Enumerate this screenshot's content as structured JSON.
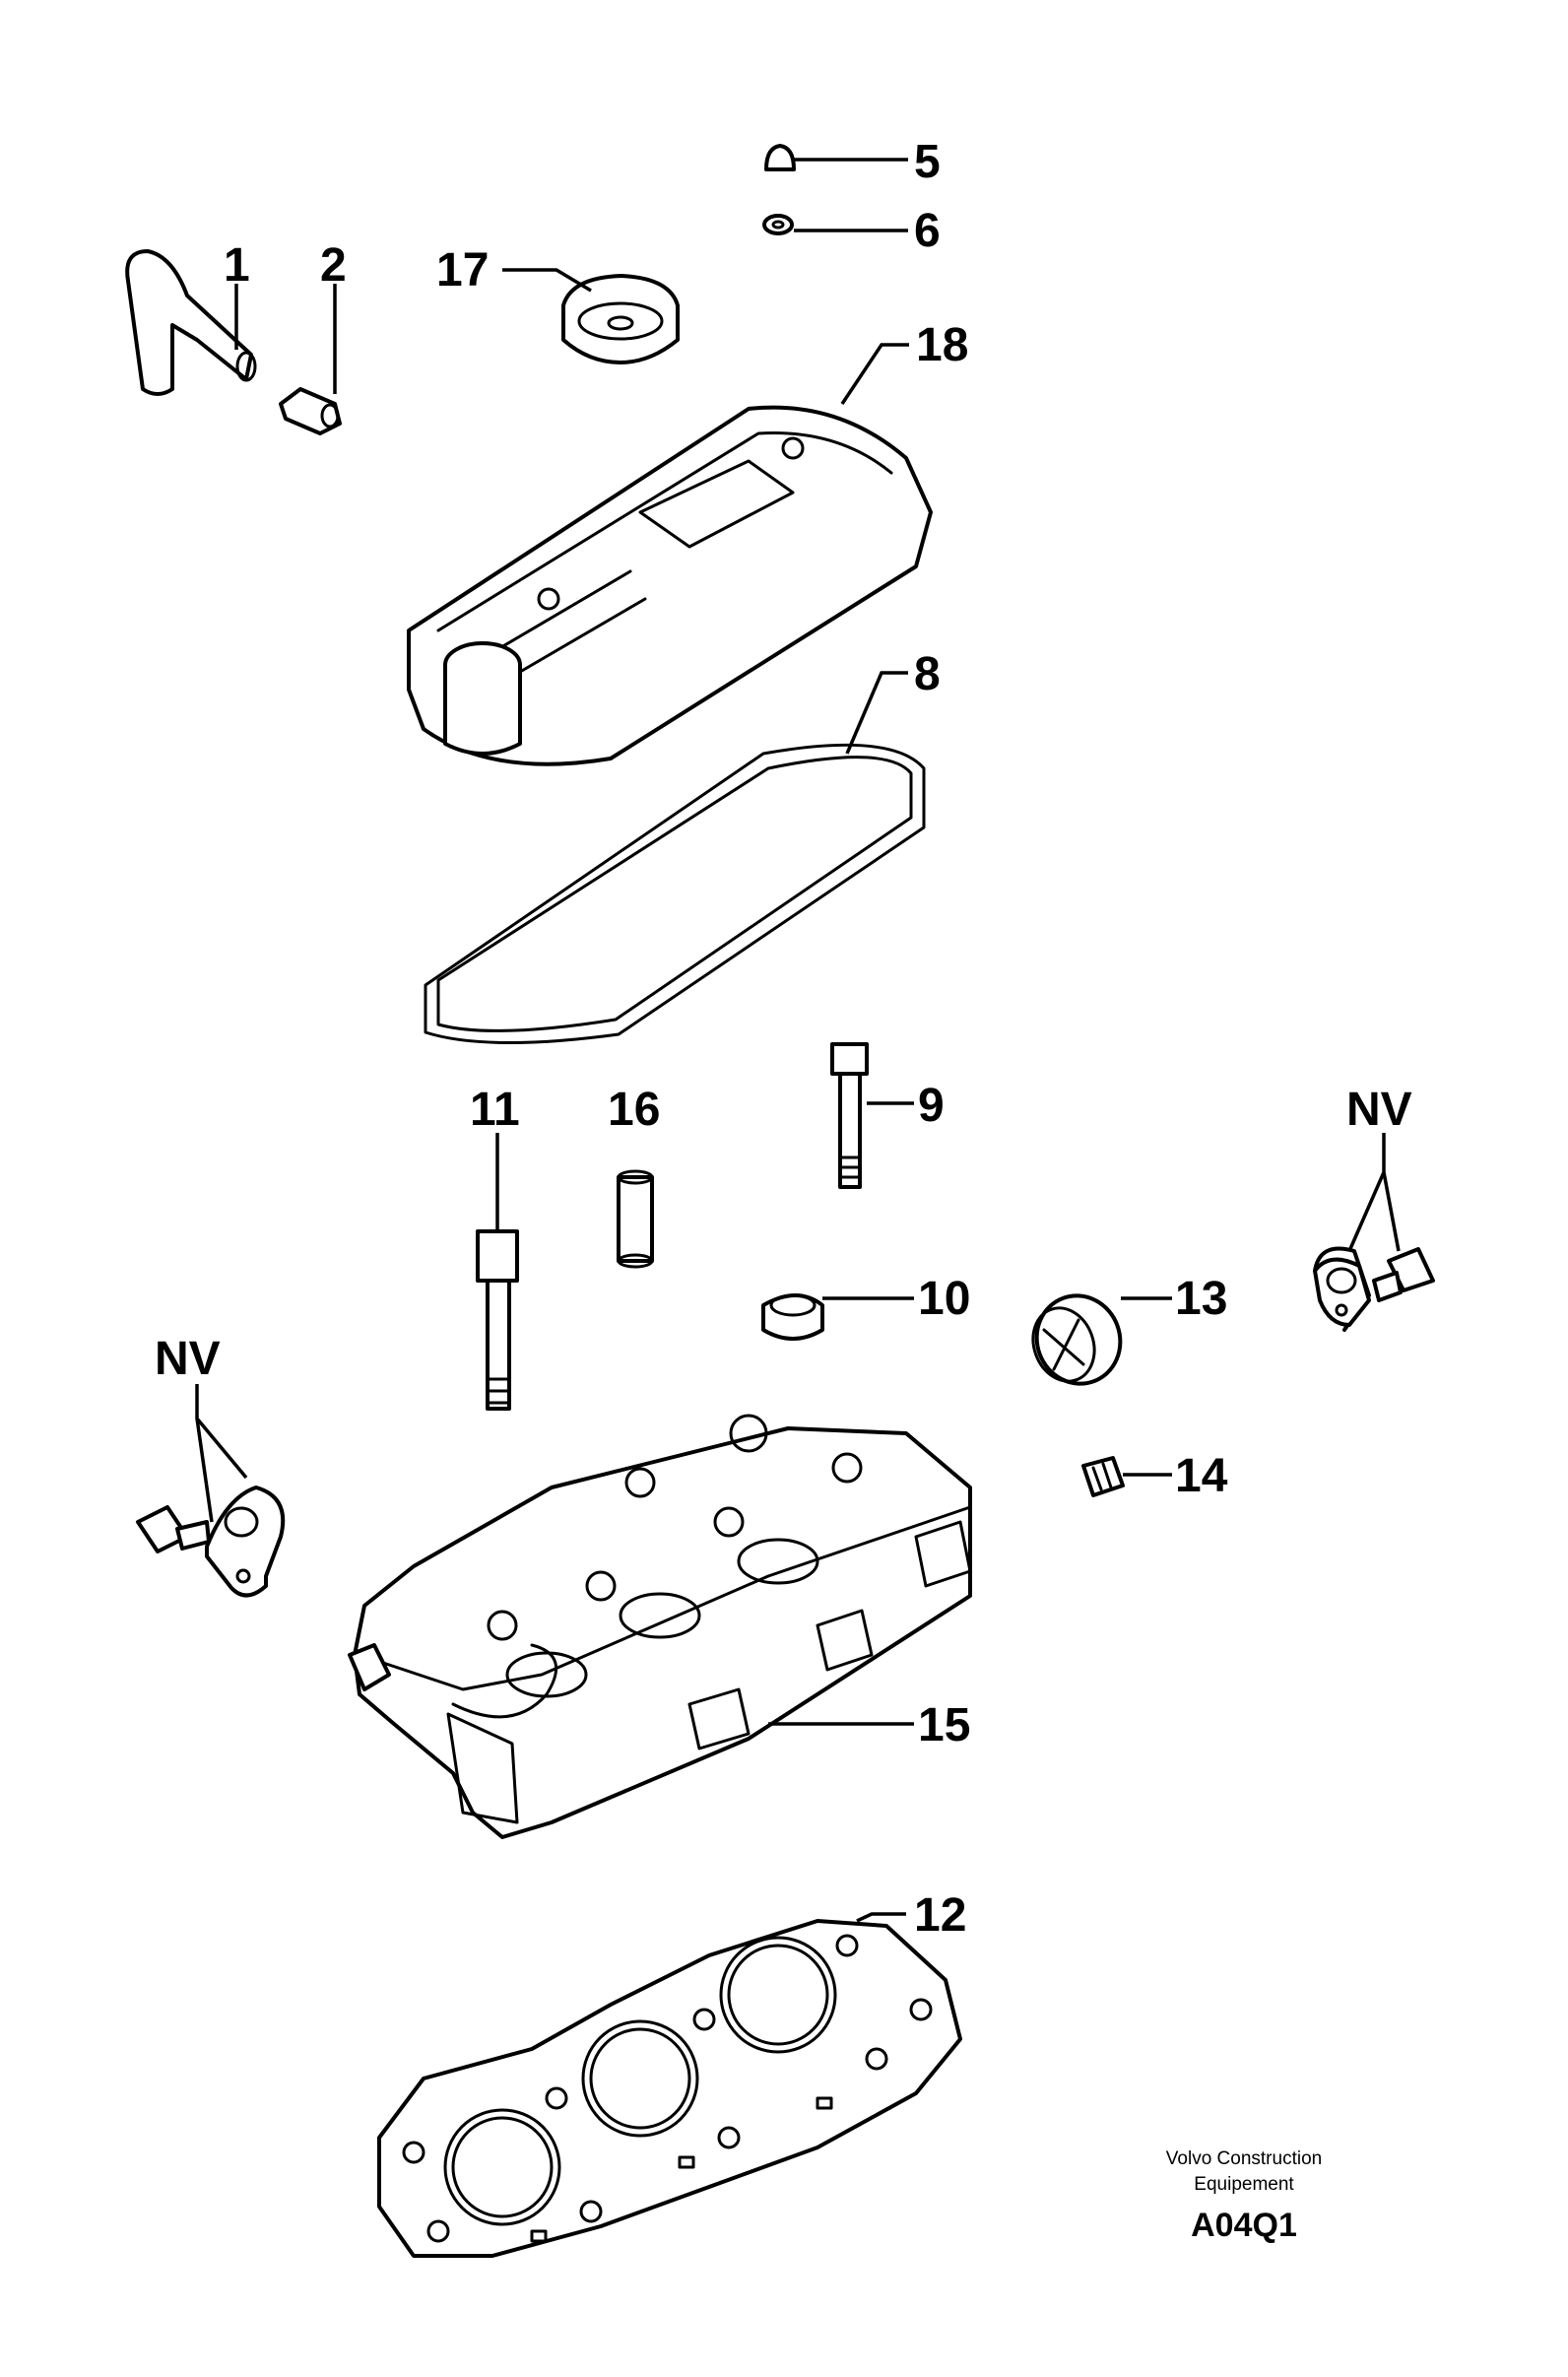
{
  "callouts": {
    "c1": "1",
    "c2": "2",
    "c5": "5",
    "c6": "6",
    "c8": "8",
    "c9": "9",
    "c10": "10",
    "c11": "11",
    "c12": "12",
    "c13": "13",
    "c14": "14",
    "c15": "15",
    "c16": "16",
    "c17": "17",
    "c18": "18",
    "nv_right": "NV",
    "nv_left": "NV"
  },
  "credit": {
    "line1": "Volvo Construction",
    "line2": "Equipement"
  },
  "figure_code": "A04Q1",
  "colors": {
    "ink": "#000000",
    "paper": "#ffffff"
  }
}
